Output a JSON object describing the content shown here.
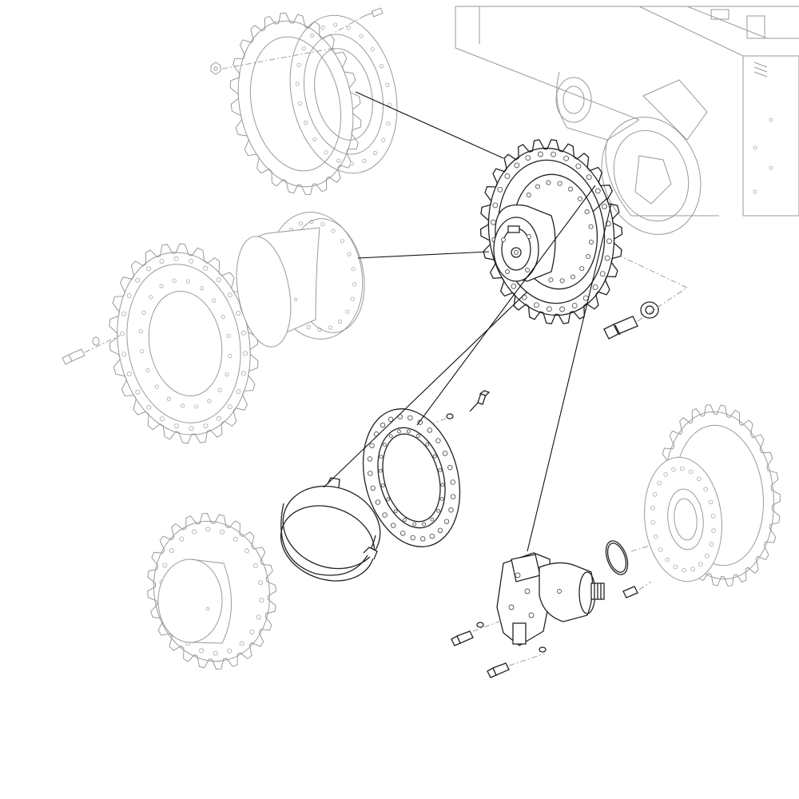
{
  "palette": {
    "line_dark": "#222222",
    "line_faint": "#9a9a9a",
    "dash_line": "#888888",
    "background": "#ffffff"
  },
  "parts": [
    {
      "id": "sprocket-ring-top",
      "icon": "sprocket-gear-icon"
    },
    {
      "id": "track-frame",
      "icon": "machine-frame-icon"
    },
    {
      "id": "final-drive-assembly",
      "icon": "final-drive-icon"
    },
    {
      "id": "drive-housing-sprocket",
      "icon": "sprocket-gear-icon"
    },
    {
      "id": "flange-plate",
      "icon": "flange-ring-icon"
    },
    {
      "id": "guard-band",
      "icon": "band-ring-icon"
    },
    {
      "id": "sprocket-hub-assembly",
      "icon": "sprocket-gear-icon"
    },
    {
      "id": "hydraulic-motor",
      "icon": "hydraulic-motor-icon"
    },
    {
      "id": "drive-sprocket-right",
      "icon": "sprocket-gear-icon"
    },
    {
      "id": "hex-bolt",
      "icon": "bolt-icon"
    },
    {
      "id": "washer",
      "icon": "washer-icon"
    },
    {
      "id": "o-ring",
      "icon": "o-ring-icon"
    }
  ]
}
